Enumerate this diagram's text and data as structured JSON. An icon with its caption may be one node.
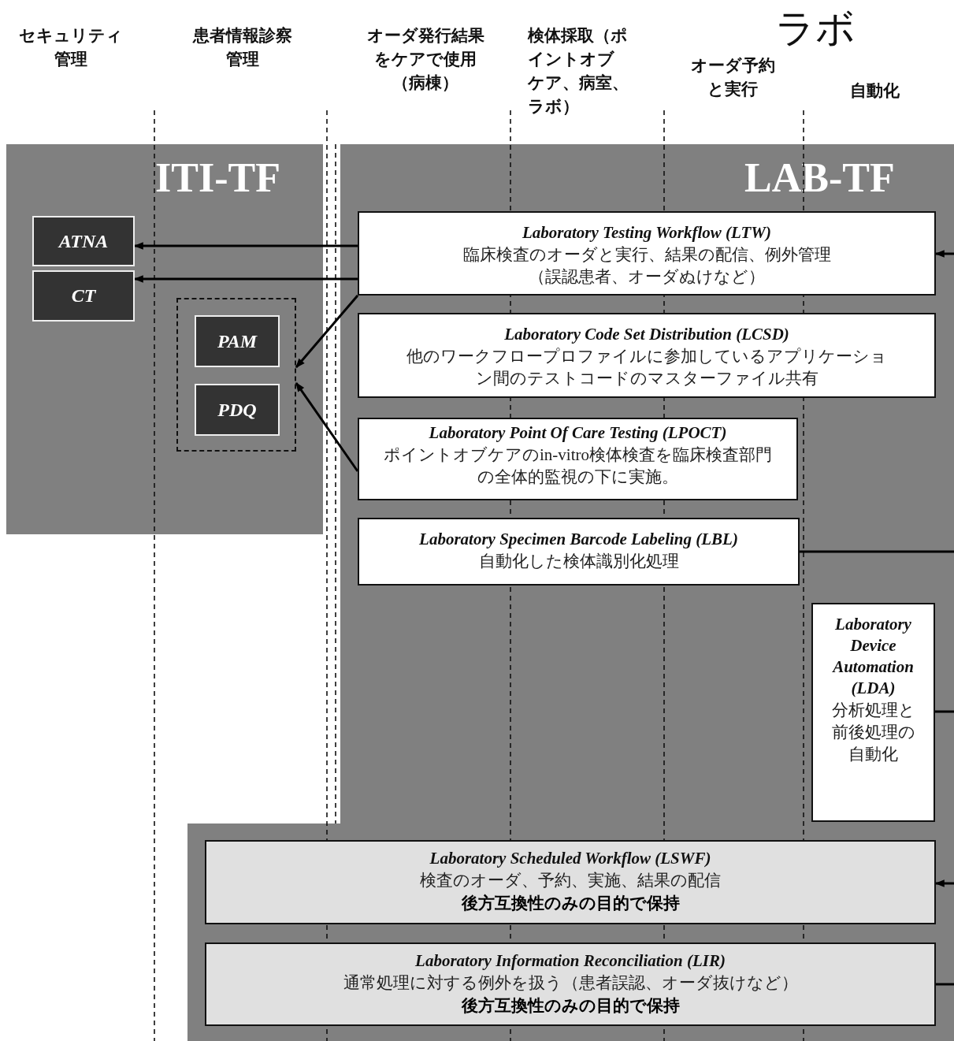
{
  "diagram": {
    "nodes": [
      {
        "text": [
          "ITI-TF"
        ]
      },
      {
        "text": [
          "ATNA"
        ],
        "in": 0
      },
      {
        "text": [
          "CT"
        ],
        "in": 0
      },
      {
        "text": [],
        "shape": "box",
        "in": 0
      },
      {
        "text": [
          "PAM"
        ],
        "in": 3
      },
      {
        "text": [
          "PDQ"
        ],
        "in": 3
      },
      {
        "text": [
          "LAB-TF"
        ]
      },
      {
        "text": [
          "Laboratory Testing Workflow (LTW)",
          "臨床検査のオーダと実行、結果の配信、例外管理（誤認患者、オーダぬけなど）"
        ],
        "in": 6
      },
      {
        "text": [
          "Laboratory Code Set Distribution (LCSD)",
          "他のワークフロープロファイルに参加しているアプリケーション間のテストコードのマスターファイル共有"
        ],
        "in": 6
      },
      {
        "text": [
          "Laboratory Point Of Care Testing (LPOCT)",
          "ポイントオブケアのin-vitro検体検査を臨床検査部門の全体的監視の下に実施。"
        ],
        "in": 6
      },
      {
        "text": [
          "Laboratory Specimen Barcode Labeling (LBL)",
          "自動化した検体識別化処理"
        ],
        "in": 6
      },
      {
        "text": [
          "Laboratory Device Automation (LDA)",
          "分析処理と前後処理の自動化"
        ],
        "in": 6
      },
      {
        "text": [
          "Laboratory Scheduled Workflow (LSWF)",
          "検査のオーダ、予約、実施、結果の配信",
          "後方互換性のみの目的で保持"
        ],
        "in": 6
      },
      {
        "text": [
          "Laboratory Information Reconciliation (LIR)",
          "通常処理に対する例外を扱う（患者誤認、オーダ抜けなど）",
          "後方互換性のみの目的で保持"
        ],
        "in": 6
      }
    ],
    "edges": [
      {
        "from": 7,
        "to": 1,
        "arrow": "to"
      },
      {
        "from": 7,
        "to": 2,
        "arrow": "to"
      },
      {
        "from": 7,
        "to": 3,
        "arrow": "to"
      },
      {
        "from": 9,
        "to": 3,
        "arrow": "to"
      },
      {
        "from": null,
        "to": 7,
        "arrow": "to"
      },
      {
        "from": null,
        "to": 10,
        "arrow": "none"
      },
      {
        "from": null,
        "to": 11,
        "arrow": "none"
      },
      {
        "from": null,
        "to": 12,
        "arrow": "to"
      },
      {
        "from": null,
        "to": 13,
        "arrow": "none"
      }
    ],
    "labels": [
      "セキュリティ管理",
      "患者情報診察管理",
      "オーダ発行結果をケアで使用（病棟）",
      "検体採取（ポイントオブケア、病室、ラボ）",
      "ラボ",
      "オーダ予約と実行",
      "自動化"
    ]
  }
}
